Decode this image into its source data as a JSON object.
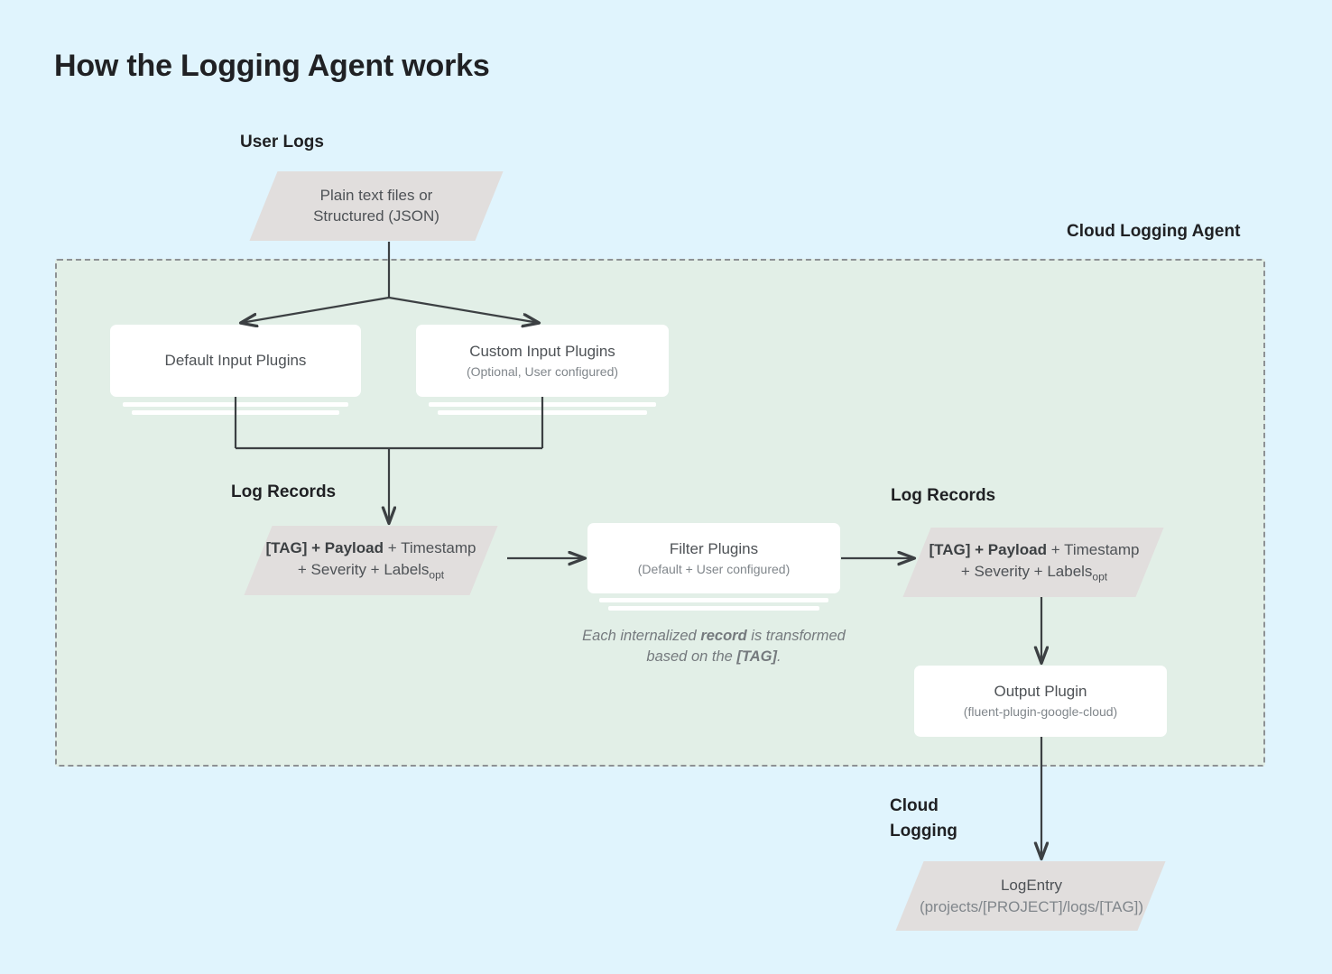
{
  "title": "How the Logging Agent works",
  "labels": {
    "user_logs": "User Logs",
    "cloud_logging_agent": "Cloud Logging Agent",
    "log_records_left": "Log Records",
    "log_records_right": "Log Records",
    "cloud_logging": "Cloud\nLogging",
    "cloud_logging_line1": "Cloud",
    "cloud_logging_line2": "Logging"
  },
  "nodes": {
    "source": {
      "shape": "parallelogram",
      "line1": "Plain text files or",
      "line2": "Structured (JSON)"
    },
    "default_input": {
      "shape": "stacked-card",
      "title": "Default Input Plugins",
      "subtitle": ""
    },
    "custom_input": {
      "shape": "stacked-card",
      "title": "Custom Input Plugins",
      "subtitle": "(Optional, User configured)"
    },
    "record_left": {
      "shape": "parallelogram",
      "bold_part": "[TAG] + Payload",
      "rest_line1": " + Timestamp",
      "line2": "+ Severity + Labels",
      "subscript": "opt"
    },
    "filter_plugins": {
      "shape": "stacked-card",
      "title": "Filter Plugins",
      "subtitle": "(Default + User configured)"
    },
    "record_right": {
      "shape": "parallelogram",
      "bold_part": "[TAG] + Payload",
      "rest_line1": " + Timestamp",
      "line2": "+ Severity + Labels",
      "subscript": "opt"
    },
    "output_plugin": {
      "shape": "card",
      "title": "Output Plugin",
      "subtitle": "(fluent-plugin-google-cloud)"
    },
    "log_entry": {
      "shape": "parallelogram",
      "line1": "LogEntry",
      "line2": "(projects/[PROJECT]/logs/[TAG])"
    }
  },
  "caption": {
    "line1_a": "Each internalized ",
    "line1_b": "record",
    "line1_c": " is",
    "line2_a": "transformed based on the ",
    "line2_b": "[TAG]",
    "line2_c": "."
  },
  "colors": {
    "page_background": "#e0f4fd",
    "agent_region_background": "#e2efe7",
    "agent_region_border": "#8d9194",
    "parallelogram_fill": "#e1dedd",
    "card_fill": "#ffffff",
    "connector_stroke": "#3c4043",
    "title_text": "#202124",
    "body_text": "#4e5256",
    "subtitle_text": "#80868b",
    "caption_text": "#757a7e"
  }
}
